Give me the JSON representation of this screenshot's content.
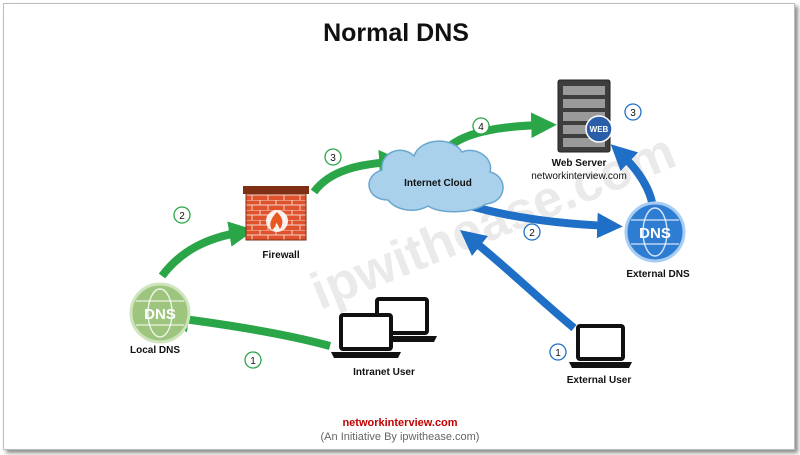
{
  "title": "Normal DNS",
  "nodes": {
    "local_dns": {
      "label": "Local DNS",
      "icon_text": "DNS"
    },
    "firewall": {
      "label": "Firewall"
    },
    "internet_cloud": {
      "label": "Internet Cloud"
    },
    "web_server": {
      "label": "Web Server",
      "sublabel": "networkinterview.com",
      "icon_text": "WEB"
    },
    "external_dns": {
      "label": "External DNS",
      "icon_text": "DNS"
    },
    "intranet_user": {
      "label": "Intranet User"
    },
    "external_user": {
      "label": "External User"
    }
  },
  "steps": {
    "green_1": "1",
    "green_2": "2",
    "green_3": "3",
    "green_4": "4",
    "blue_1": "1",
    "blue_2": "2",
    "blue_3": "3"
  },
  "watermark": "ipwithease.com",
  "footer": {
    "site": "networkinterview.com",
    "note": "(An Initiative By ipwithease.com)"
  },
  "colors": {
    "green_flow": "#2aa548",
    "blue_flow": "#1f6fc6",
    "local_dns": "#9dc57e",
    "external_dns": "#2f7dd3",
    "cloud": "#a9d1ec",
    "firewall_brick": "#e0522c",
    "footer_site": "#c00000"
  }
}
